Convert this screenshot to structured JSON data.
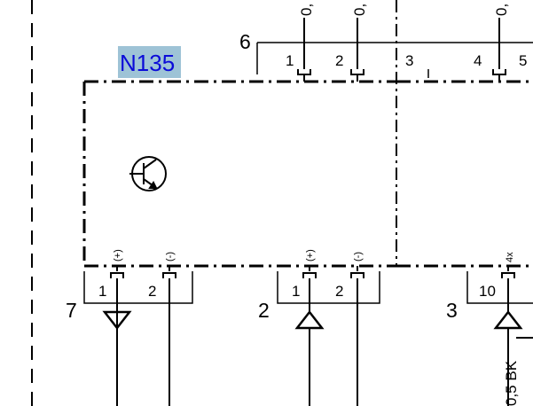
{
  "component": {
    "label": "N135",
    "highlight_color": "#9ec3d6",
    "label_color": "#0b0bd8",
    "symbol_icon": "transistor-icon"
  },
  "top_connector": {
    "number": "6",
    "pins": [
      "1",
      "2",
      "3",
      "4",
      "5"
    ],
    "wire_labels": [
      "0,",
      "0,",
      "0,"
    ]
  },
  "bottom_connectors": [
    {
      "number": "7",
      "pins": [
        "1",
        "2"
      ],
      "signs": [
        "(+)",
        "(-)"
      ],
      "icon": "triangle-down-icon"
    },
    {
      "number": "2",
      "pins": [
        "1",
        "2"
      ],
      "signs": [
        "(+)",
        "(-)"
      ],
      "icon": "triangle-up-icon"
    },
    {
      "number": "3",
      "pins": [
        "10"
      ],
      "signs": [
        "4x"
      ],
      "icon": "triangle-up-icon",
      "wire_label": "0,5 BK"
    }
  ]
}
